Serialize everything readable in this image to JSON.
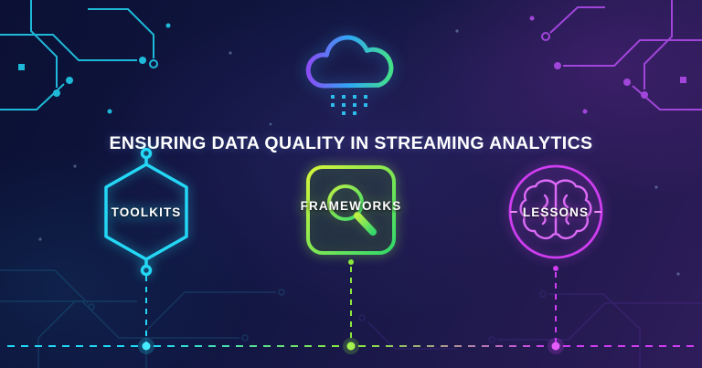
{
  "title": "ENSURING DATA QUALITY IN STREAMING ANALYTICS",
  "header_icon": "cloud-rain-icon",
  "items": [
    {
      "label": "TOOLKITS",
      "shape": "hexagon",
      "icon": "hexagon-badge-icon",
      "color": "#24d7f5"
    },
    {
      "label": "FRAMEWORKS",
      "shape": "rounded-square",
      "icon": "magnifier-icon",
      "color": "#9fe83c"
    },
    {
      "label": "LESSONS",
      "shape": "circle",
      "icon": "brain-icon",
      "color": "#cf3df0"
    }
  ],
  "colors": {
    "background_start": "#0b1034",
    "background_end": "#2e1c5a",
    "cyan": "#24d7f5",
    "green": "#8ae83c",
    "magenta": "#cf3df0",
    "title_text": "#ffffff"
  }
}
